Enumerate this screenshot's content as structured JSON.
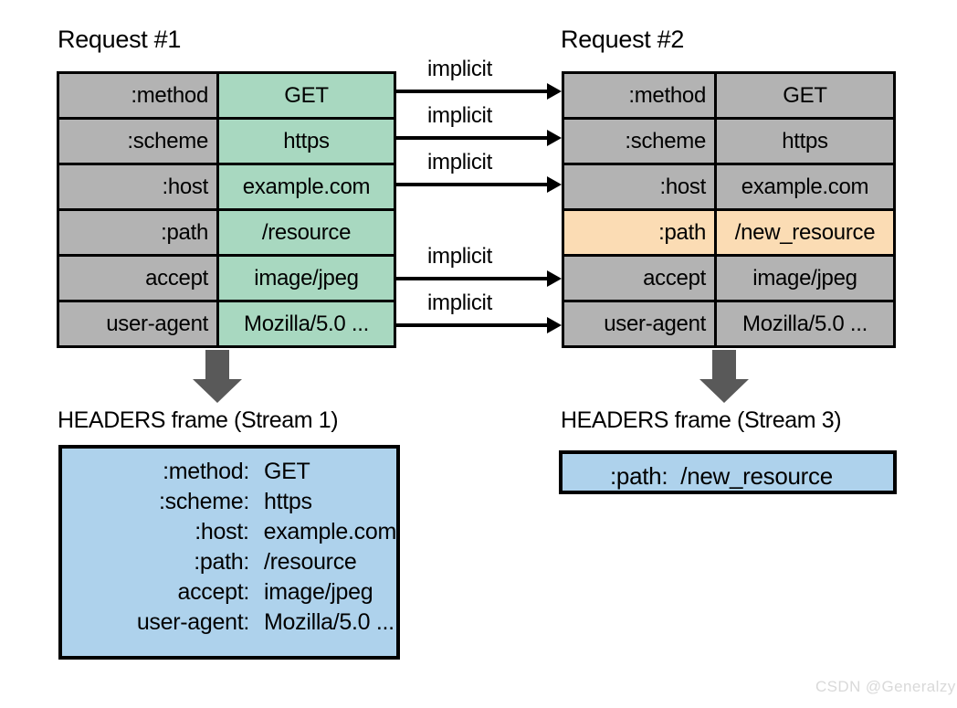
{
  "diagram": {
    "title_request1": "Request #1",
    "title_request2": "Request #2",
    "implicit_label": "implicit",
    "frame_title_left": "HEADERS frame (Stream 1)",
    "frame_title_right": "HEADERS frame (Stream 3)",
    "watermark": "CSDN @Generalzy"
  },
  "colors": {
    "gray_cell": "#b3b3b3",
    "green_cell": "#a8d8c0",
    "orange_cell": "#fbdcb4",
    "blue_box": "#aed2ec",
    "arrow_gray": "#595959",
    "border": "#000000",
    "watermark": "#d9d9d9"
  },
  "request1": {
    "rows": [
      {
        "name": ":method",
        "value": "GET",
        "name_style": "gray",
        "value_style": "green",
        "has_implicit_arrow": true
      },
      {
        "name": ":scheme",
        "value": "https",
        "name_style": "gray",
        "value_style": "green",
        "has_implicit_arrow": true
      },
      {
        "name": ":host",
        "value": "example.com",
        "name_style": "gray",
        "value_style": "green",
        "has_implicit_arrow": true
      },
      {
        "name": ":path",
        "value": "/resource",
        "name_style": "gray",
        "value_style": "green",
        "has_implicit_arrow": false
      },
      {
        "name": "accept",
        "value": "image/jpeg",
        "name_style": "gray",
        "value_style": "green",
        "has_implicit_arrow": true
      },
      {
        "name": "user-agent",
        "value": "Mozilla/5.0 ...",
        "name_style": "gray",
        "value_style": "green",
        "has_implicit_arrow": true
      }
    ]
  },
  "request2": {
    "rows": [
      {
        "name": ":method",
        "value": "GET",
        "name_style": "gray",
        "value_style": "gray"
      },
      {
        "name": ":scheme",
        "value": "https",
        "name_style": "gray",
        "value_style": "gray"
      },
      {
        "name": ":host",
        "value": "example.com",
        "name_style": "gray",
        "value_style": "gray"
      },
      {
        "name": ":path",
        "value": "/new_resource",
        "name_style": "orange",
        "value_style": "orange"
      },
      {
        "name": "accept",
        "value": "image/jpeg",
        "name_style": "gray",
        "value_style": "gray"
      },
      {
        "name": "user-agent",
        "value": "Mozilla/5.0 ...",
        "name_style": "gray",
        "value_style": "gray"
      }
    ]
  },
  "headers_frame_stream1": {
    "entries": [
      {
        "key": ":method:",
        "value": "GET"
      },
      {
        "key": ":scheme:",
        "value": "https"
      },
      {
        "key": ":host:",
        "value": "example.com"
      },
      {
        "key": ":path:",
        "value": "/resource"
      },
      {
        "key": "accept:",
        "value": "image/jpeg"
      },
      {
        "key": "user-agent:",
        "value": "Mozilla/5.0 ..."
      }
    ]
  },
  "headers_frame_stream3": {
    "entries": [
      {
        "key": ":path:",
        "value": "/new_resource"
      }
    ]
  },
  "implicit_arrows": [
    {
      "label": "implicit",
      "from_row": 0
    },
    {
      "label": "implicit",
      "from_row": 1
    },
    {
      "label": "implicit",
      "from_row": 2
    },
    {
      "label": "implicit",
      "from_row": 4
    },
    {
      "label": "implicit",
      "from_row": 5
    }
  ]
}
